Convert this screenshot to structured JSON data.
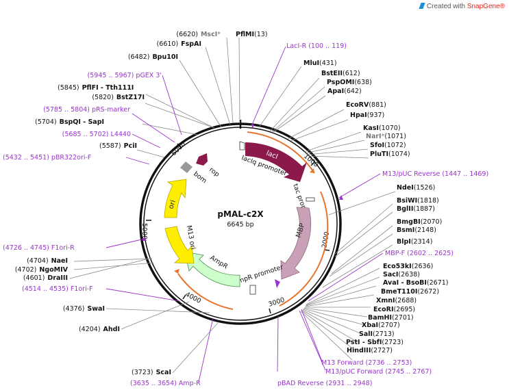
{
  "brand": {
    "prefix": "Created with ",
    "name": "SnapGene®"
  },
  "plasmid": {
    "name": "pMAL-c2X",
    "size": "6645 bp"
  },
  "ticks": [
    "1000",
    "2000",
    "3000",
    "4000",
    "5000",
    "6000"
  ],
  "features": {
    "laci": "lacI",
    "laciq": "lacIq promoter",
    "tac": "tac promoter",
    "mbp": "MBP",
    "ampr_promoter": "AmpR promoter",
    "ampr": "AmpR",
    "m13ori": "M13 ori",
    "ori": "ori",
    "rop": "rop",
    "bom": "bom"
  },
  "labels": {
    "mscI": {
      "pos": "(6620)",
      "name": "MscI",
      "mark": "*"
    },
    "pflMI": {
      "name": "PflMI",
      "pos": "(13)"
    },
    "fspAI": {
      "pos": "(6610)",
      "name": "FspAI"
    },
    "laciR": {
      "text": "LacI-R (100 .. 119)"
    },
    "bpu10I": {
      "pos": "(6482)",
      "name": "Bpu10I"
    },
    "mluI": {
      "name": "MluI",
      "pos": "(431)"
    },
    "pgex3": {
      "text": "(5945 .. 5967) pGEX 3'"
    },
    "bstEII": {
      "name": "BstEII",
      "pos": "(612)"
    },
    "pspOMI": {
      "name": "PspOMI",
      "pos": "(638)"
    },
    "apaI": {
      "name": "ApaI",
      "pos": "(642)"
    },
    "pflFI": {
      "pos": "(5845)",
      "name": "PflFI",
      "sep": " - ",
      "name2": "Tth111I"
    },
    "bstZ17I": {
      "pos": "(5820)",
      "name": "BstZ17I"
    },
    "prs": {
      "text": "(5785 .. 5804) pRS-marker"
    },
    "ecoRV": {
      "name": "EcoRV",
      "pos": "(881)"
    },
    "hpaI": {
      "name": "HpaI",
      "pos": "(937)"
    },
    "bspQI": {
      "pos": "(5704)",
      "name": "BspQI",
      "sep": " - ",
      "name2": "SapI"
    },
    "l4440": {
      "text": "(5685 .. 5702) L4440"
    },
    "kasI": {
      "name": "KasI",
      "pos": "(1070)"
    },
    "narI": {
      "name": "NarI",
      "mark": "*",
      "pos": "(1071)"
    },
    "sfoI": {
      "name": "SfoI",
      "pos": "(1072)"
    },
    "pluTI": {
      "name": "PluTI",
      "pos": "(1074)"
    },
    "pciI": {
      "pos": "(5587)",
      "name": "PciI"
    },
    "pbr": {
      "text": "(5432 .. 5451) pBR322ori-F"
    },
    "m13puc_rev": {
      "text": "M13/pUC Reverse (1447 .. 1469)"
    },
    "ndeI": {
      "name": "NdeI",
      "pos": "(1526)"
    },
    "bsiWI": {
      "name": "BsiWI",
      "pos": "(1818)"
    },
    "bglII": {
      "name": "BglII",
      "pos": "(1887)"
    },
    "bmgBI": {
      "name": "BmgBI",
      "pos": "(2070)"
    },
    "bsmI": {
      "name": "BsmI",
      "pos": "(2148)"
    },
    "blpI": {
      "name": "BlpI",
      "pos": "(2314)"
    },
    "mbpF": {
      "text": "MBP-F (2602 .. 2625)"
    },
    "f1oriR": {
      "text": "(4726 .. 4745) F1ori-R"
    },
    "eco53kI": {
      "name": "Eco53kI",
      "pos": "(2636)"
    },
    "sacI": {
      "name": "SacI",
      "pos": "(2638)"
    },
    "avaI": {
      "name": "AvaI",
      "sep": " - ",
      "name2": "BsoBI",
      "pos": "(2671)"
    },
    "naeI": {
      "pos": "(4704)",
      "name": "NaeI"
    },
    "ngoMIV": {
      "pos": "(4702)",
      "name": "NgoMIV"
    },
    "draIII": {
      "pos": "(4601)",
      "name": "DraIII"
    },
    "bmeT110I": {
      "name": "BmeT110I",
      "pos": "(2672)"
    },
    "xmnI": {
      "name": "XmnI",
      "pos": "(2688)"
    },
    "f1oriF": {
      "text": "(4514 .. 4535) F1ori-F"
    },
    "ecoRI": {
      "name": "EcoRI",
      "pos": "(2695)"
    },
    "bamHI": {
      "name": "BamHI",
      "pos": "(2701)"
    },
    "swaI": {
      "pos": "(4376)",
      "name": "SwaI"
    },
    "xbaI": {
      "name": "XbaI",
      "pos": "(2707)"
    },
    "salI": {
      "name": "SalI",
      "pos": "(2713)"
    },
    "ahdI": {
      "pos": "(4204)",
      "name": "AhdI"
    },
    "pstI": {
      "name": "PstI",
      "sep": " - ",
      "name2": "SbfI",
      "pos": "(2723)"
    },
    "hindIII": {
      "name": "HindIII",
      "pos": "(2727)"
    },
    "m13fwd": {
      "text": "M13 Forward (2736 .. 2753)"
    },
    "m13pucfwd": {
      "text": "M13/pUC Forward (2745 .. 2767)"
    },
    "scaI": {
      "pos": "(3723)",
      "name": "ScaI"
    },
    "ampR_primer": {
      "text": "(3635 .. 3654) Amp-R"
    },
    "pbad": {
      "text": "pBAD Reverse (2931 .. 2948)"
    }
  },
  "colors": {
    "laci": "#8b1a4a",
    "mbp": "#c9a0b5",
    "ampr": "#ccffcc",
    "ori": "#ffee00",
    "rop": "#8b1a4a",
    "bom": "#999999",
    "primer": "#9933cc",
    "orf": "#e8742a",
    "ring": "#111111"
  }
}
